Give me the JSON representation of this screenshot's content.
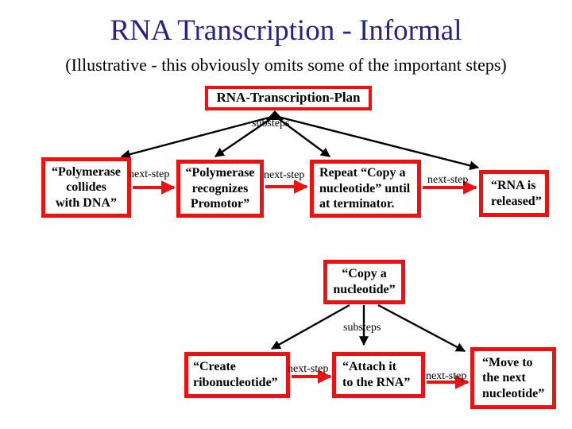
{
  "slide": {
    "title": "RNA Transcription - Informal",
    "subtitle": "(Illustrative - this obviously omits some of the important steps)"
  },
  "colors": {
    "title": "#23238a",
    "box_border": "#ee1111",
    "edge_black": "#000000",
    "text": "#000000",
    "background": "#ffffff"
  },
  "labels": {
    "substeps": "substeps",
    "next_step": "next-step"
  },
  "nodes": {
    "plan": "RNA-Transcription-Plan",
    "collides": "“Polymerase\ncollides\nwith DNA”",
    "recognizes": "“Polymerase\nrecognizes\nPromotor”",
    "repeat_copy": "Repeat “Copy a\nnucleotide” until\nat terminator.",
    "released": "“RNA is\nreleased”",
    "copy": "“Copy a\nnucleotide”",
    "create": "“Create\nribonucleotide”",
    "attach": "“Attach it\nto the RNA”",
    "move": "“Move to\nthe next\nnucleotide”"
  }
}
